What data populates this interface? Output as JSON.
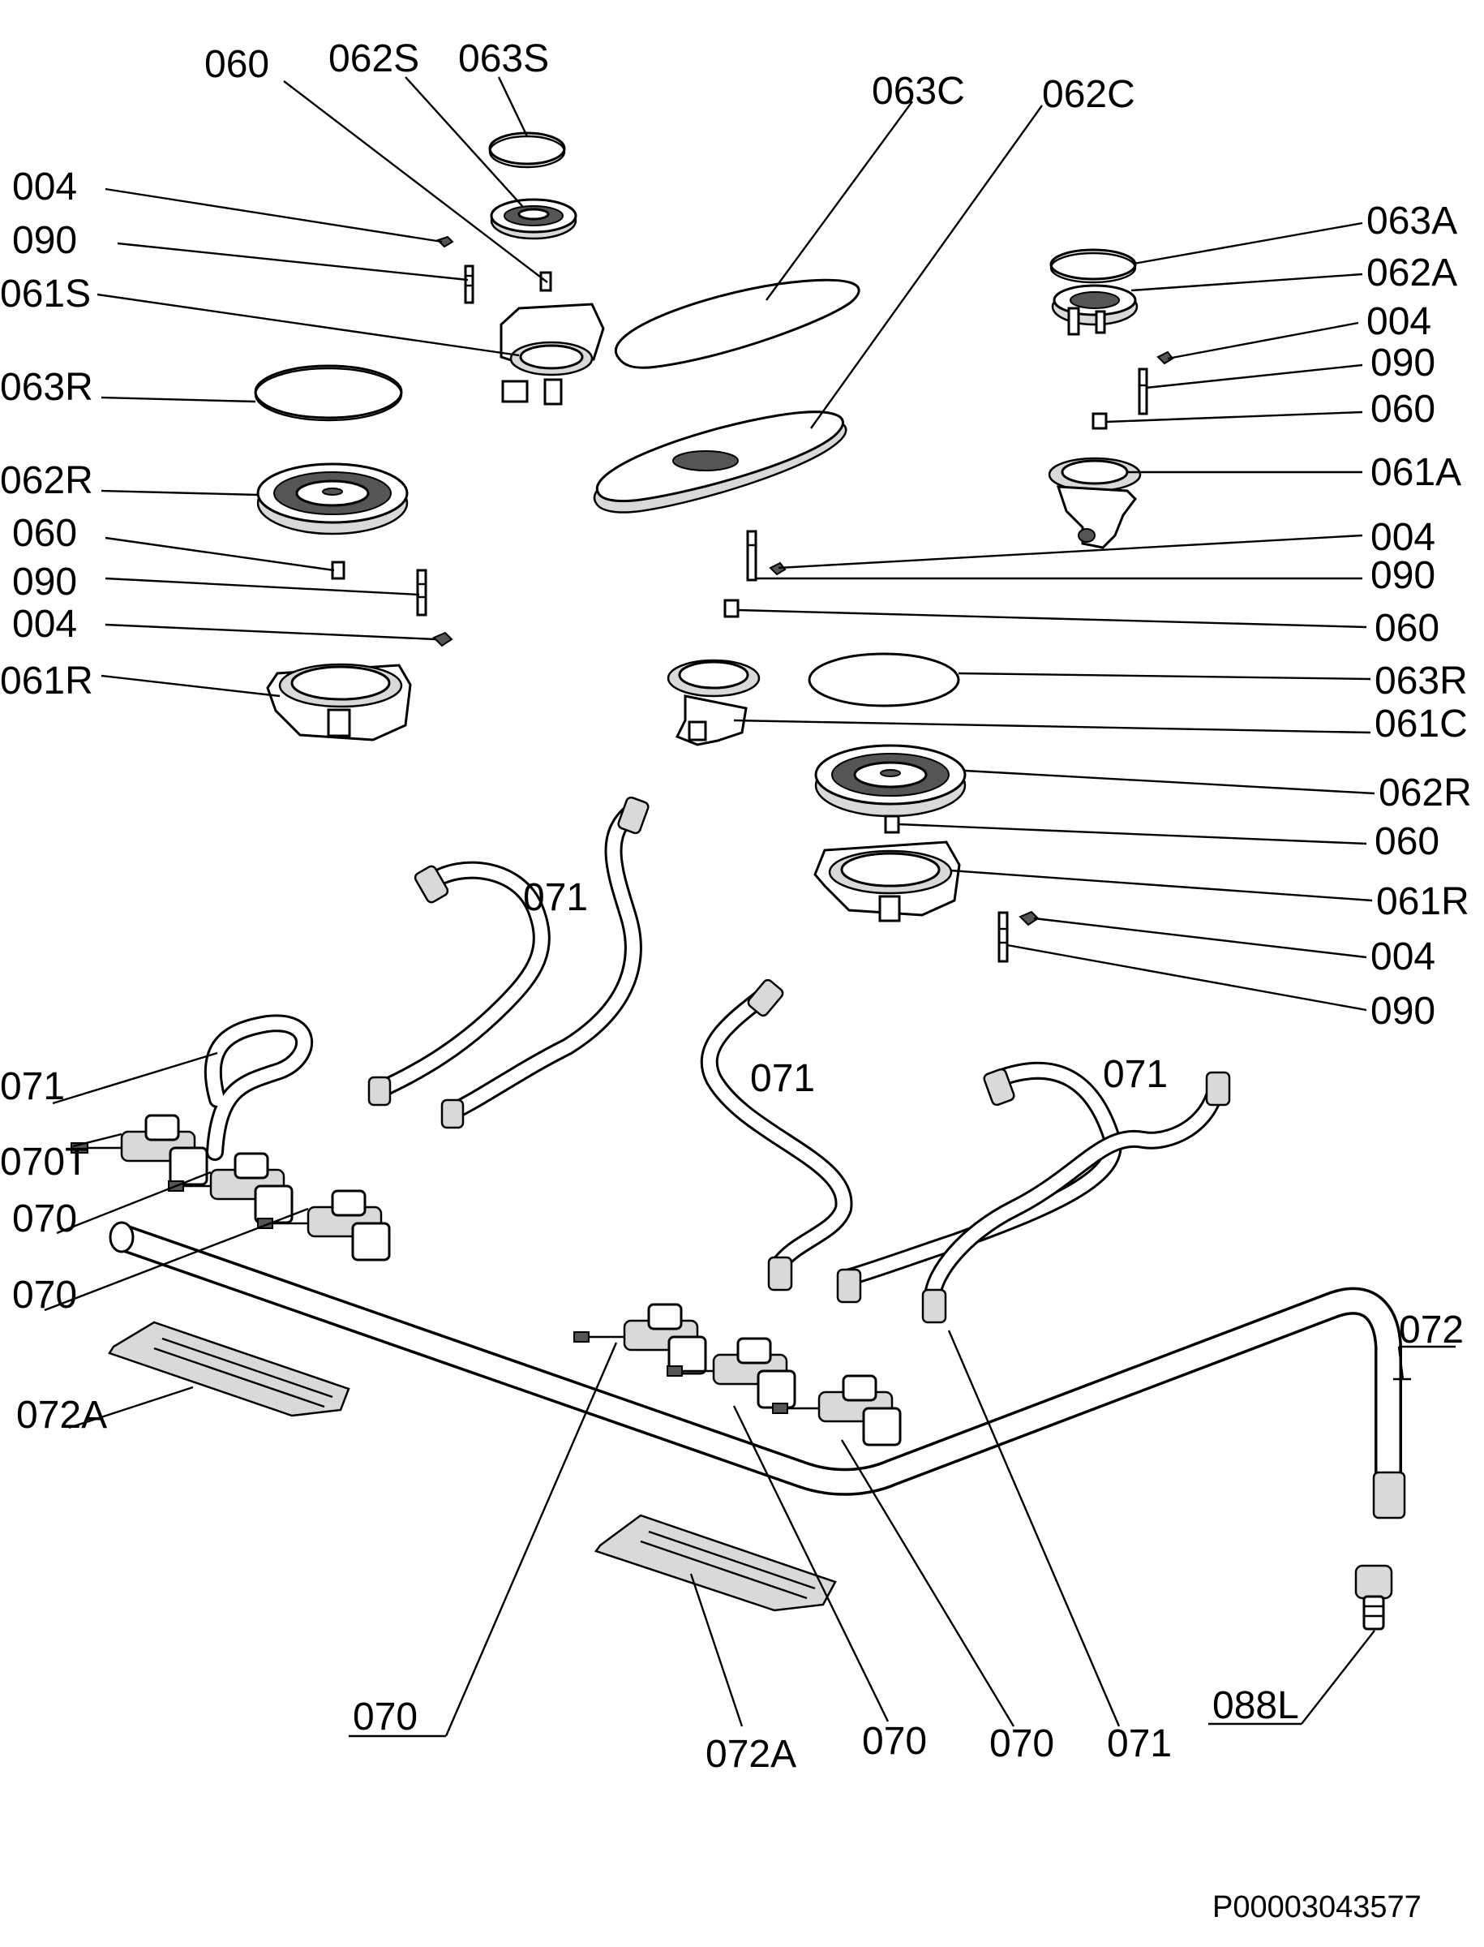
{
  "diagram": {
    "callouts": [
      {
        "id": "060-top",
        "text": "060"
      },
      {
        "id": "062S",
        "text": "062S"
      },
      {
        "id": "063S",
        "text": "063S"
      },
      {
        "id": "063C",
        "text": "063C"
      },
      {
        "id": "062C",
        "text": "062C"
      },
      {
        "id": "004-left-1",
        "text": "004"
      },
      {
        "id": "090-left-1",
        "text": "090"
      },
      {
        "id": "061S",
        "text": "061S"
      },
      {
        "id": "063R-left",
        "text": "063R"
      },
      {
        "id": "062R-left",
        "text": "062R"
      },
      {
        "id": "060-left",
        "text": "060"
      },
      {
        "id": "090-left-2",
        "text": "090"
      },
      {
        "id": "004-left-2",
        "text": "004"
      },
      {
        "id": "061R-left",
        "text": "061R"
      },
      {
        "id": "063A",
        "text": "063A"
      },
      {
        "id": "062A",
        "text": "062A"
      },
      {
        "id": "004-right-1",
        "text": "004"
      },
      {
        "id": "090-right-1",
        "text": "090"
      },
      {
        "id": "060-right-1",
        "text": "060"
      },
      {
        "id": "061A",
        "text": "061A"
      },
      {
        "id": "004-right-2",
        "text": "004"
      },
      {
        "id": "090-right-2",
        "text": "090"
      },
      {
        "id": "060-right-2",
        "text": "060"
      },
      {
        "id": "063R-right",
        "text": "063R"
      },
      {
        "id": "061C",
        "text": "061C"
      },
      {
        "id": "062R-right",
        "text": "062R"
      },
      {
        "id": "060-right-3",
        "text": "060"
      },
      {
        "id": "061R-right",
        "text": "061R"
      },
      {
        "id": "004-right-3",
        "text": "004"
      },
      {
        "id": "090-right-3",
        "text": "090"
      },
      {
        "id": "071-top",
        "text": "071"
      },
      {
        "id": "071-left",
        "text": "071"
      },
      {
        "id": "070T",
        "text": "070T"
      },
      {
        "id": "070-left-1",
        "text": "070"
      },
      {
        "id": "070-left-2",
        "text": "070"
      },
      {
        "id": "071-mid",
        "text": "071"
      },
      {
        "id": "071-right",
        "text": "071"
      },
      {
        "id": "072",
        "text": "072"
      },
      {
        "id": "072A-left",
        "text": "072A"
      },
      {
        "id": "070-bottom-1",
        "text": "070"
      },
      {
        "id": "072A-bottom",
        "text": "072A"
      },
      {
        "id": "070-bottom-2",
        "text": "070"
      },
      {
        "id": "070-bottom-3",
        "text": "070"
      },
      {
        "id": "071-bottom",
        "text": "071"
      },
      {
        "id": "088L",
        "text": "088L"
      }
    ],
    "drawing_code": "P00003043577"
  }
}
